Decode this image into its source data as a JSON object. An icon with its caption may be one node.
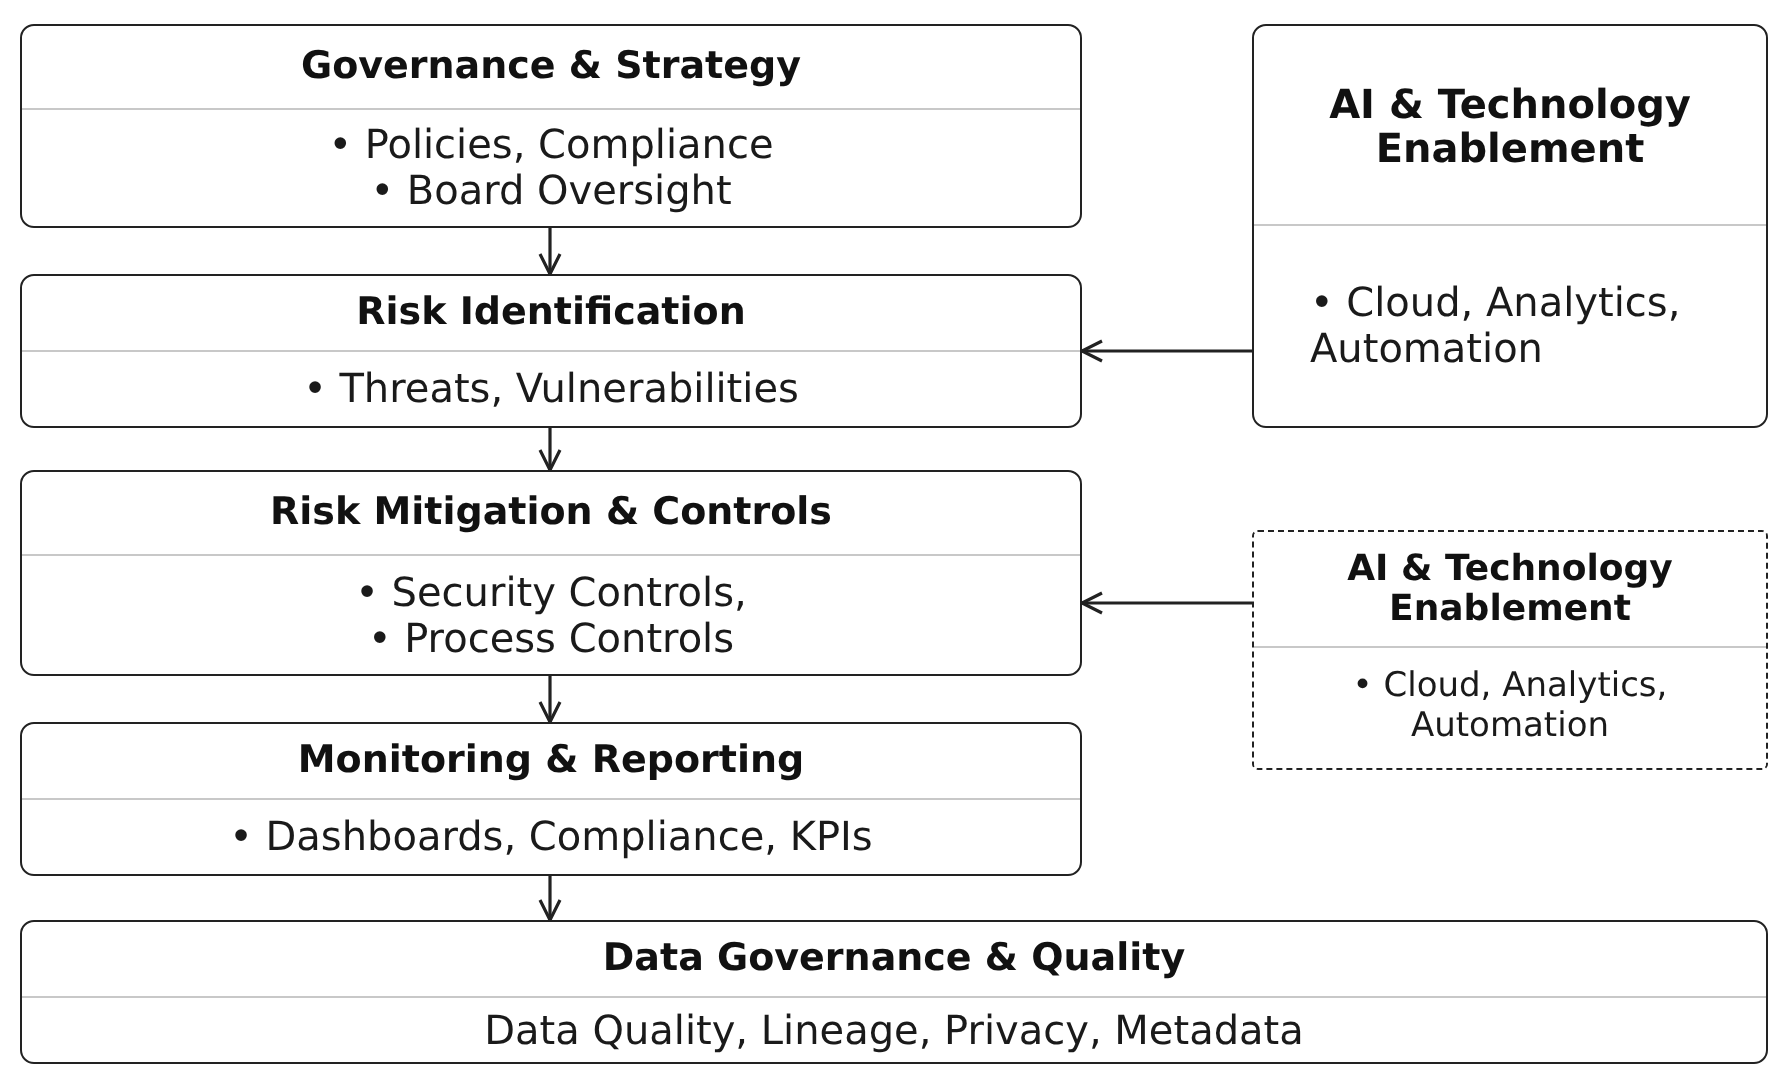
{
  "diagram": {
    "nodes": [
      {
        "text": [
          "Governance & Strategy",
          "• Policies, Compliance",
          "• Board Oversight"
        ]
      },
      {
        "text": [
          "Risk Identification",
          "• Threats, Vulnerabilities"
        ]
      },
      {
        "text": [
          "Risk Mitigation & Controls",
          "• Security Controls,",
          "• Process Controls"
        ]
      },
      {
        "text": [
          "Monitoring & Reporting",
          "• Dashboards, Compliance, KPIs"
        ]
      },
      {
        "text": [
          "Data Governance & Quality",
          "Data Quality, Lineage, Privacy, Metadata"
        ]
      },
      {
        "text": [
          "AI & Technology Enablement",
          "• Cloud, Analytics, Automation"
        ]
      },
      {
        "text": [
          "AI & Technology Enablement",
          "• Cloud, Analytics, Automation"
        ]
      }
    ],
    "edges": [
      {
        "from": 0,
        "to": 1,
        "arrow": "to"
      },
      {
        "from": 1,
        "to": 2,
        "arrow": "to"
      },
      {
        "from": 2,
        "to": 3,
        "arrow": "to"
      },
      {
        "from": 3,
        "to": 4,
        "arrow": "to"
      },
      {
        "from": 5,
        "to": 1,
        "arrow": "to"
      },
      {
        "from": 6,
        "to": 2,
        "arrow": "to"
      }
    ]
  }
}
